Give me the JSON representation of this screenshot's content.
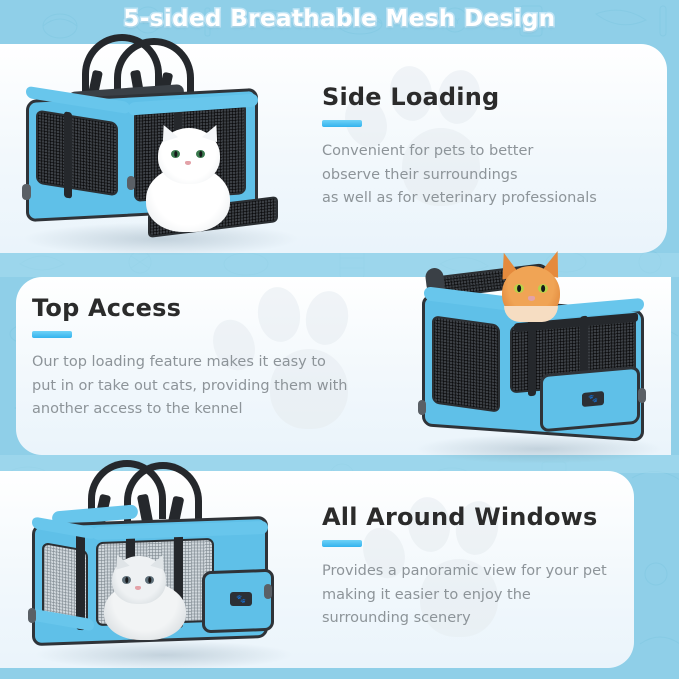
{
  "banner": {
    "title": "5-sided Breathable Mesh Design",
    "text_color": "#ffffff",
    "outline_color": "#bfe4f5"
  },
  "theme": {
    "background": "#8fcfe8",
    "card_background": "#f2f8fc",
    "accent": "#34b3ee",
    "heading_color": "#2b2b2b",
    "body_color": "#8d9499",
    "carrier_blue": "#5fc0e8",
    "carrier_dark": "#2f3338"
  },
  "panels": [
    {
      "id": "side-loading",
      "heading": "Side Loading",
      "lines": [
        "Convenient for pets to better",
        "observe their surroundings",
        "as well as for veterinary professionals"
      ],
      "image_alt": "Blue pet carrier with side door open and a white Persian cat sitting inside",
      "image_side": "left"
    },
    {
      "id": "top-access",
      "heading": "Top Access",
      "lines": [
        "Our top loading feature makes it easy to",
        "put in or take out cats, providing them with",
        "another access to the kennel"
      ],
      "image_alt": "Blue pet carrier with top flap open and an orange tabby cat peeking out",
      "image_side": "right"
    },
    {
      "id": "all-around-windows",
      "heading": "All Around Windows",
      "lines": [
        "Provides a panoramic view for your pet",
        "making it easier to enjoy the",
        "surrounding scenery"
      ],
      "image_alt": "Blue pet carrier with mesh windows on all sides and a gray and white cat inside",
      "image_side": "left"
    }
  ],
  "brand_badge": {
    "icon": "paw-badge-icon"
  }
}
